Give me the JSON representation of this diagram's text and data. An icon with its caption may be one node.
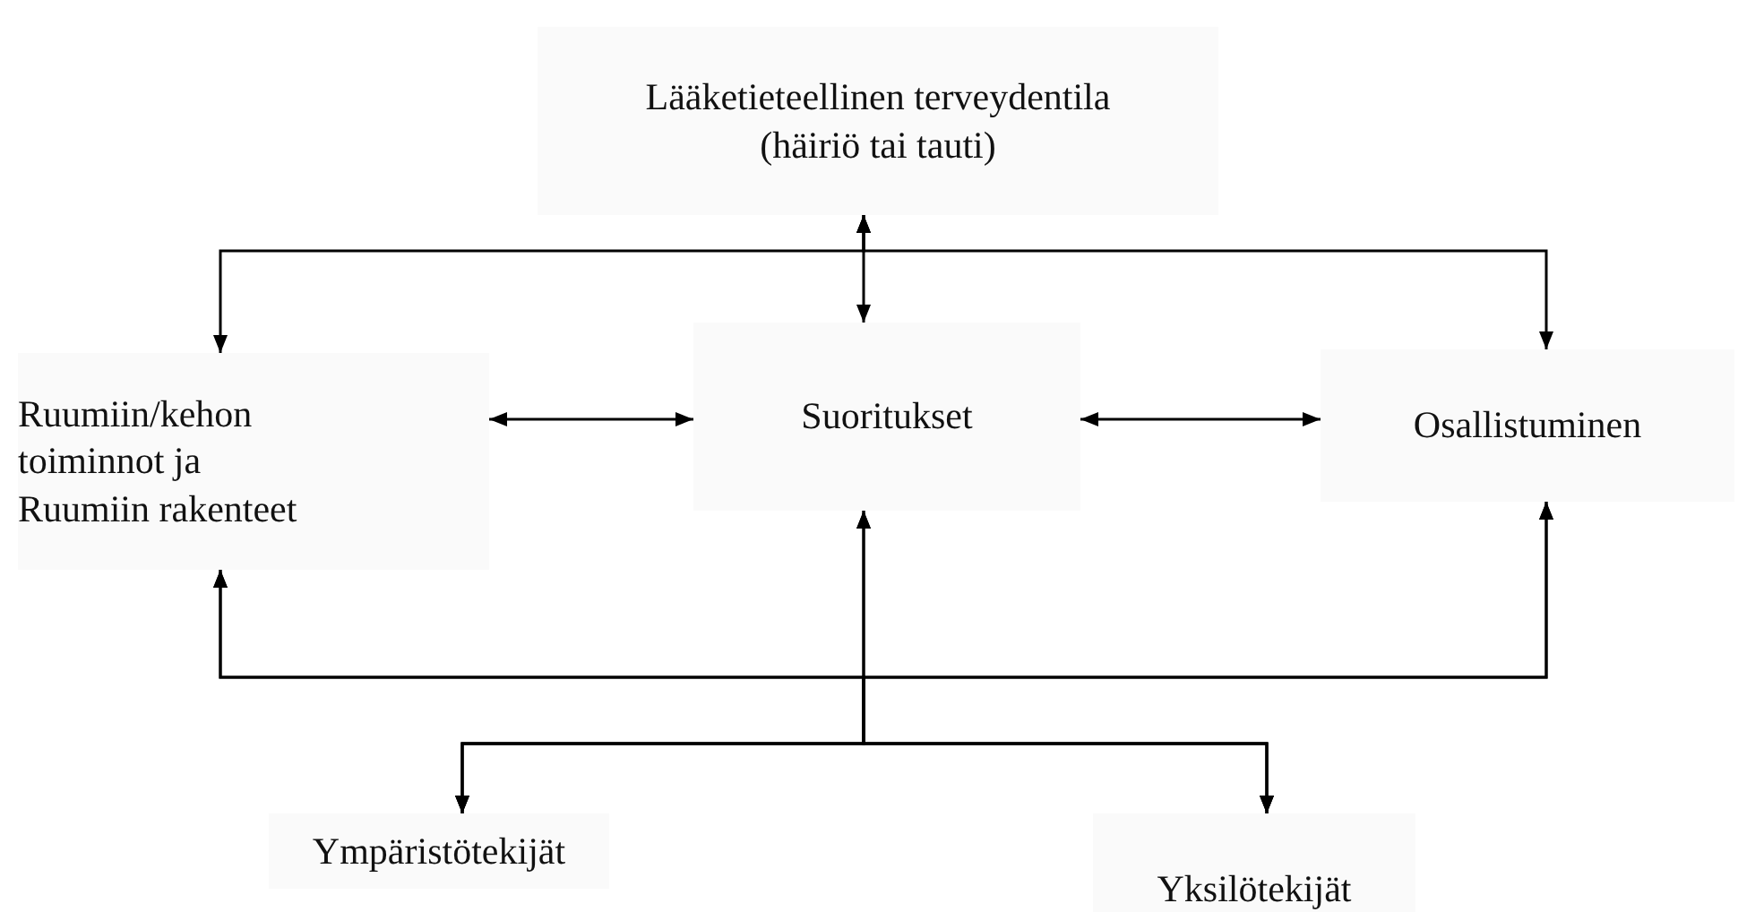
{
  "diagram": {
    "nodes": [
      {
        "text": [
          "Lääketieteellinen terveydentila (häiriö tai tauti)"
        ]
      },
      {
        "text": [
          "Ruumiin/kehon toiminnot ja Ruumiin rakenteet"
        ]
      },
      {
        "text": [
          "Suoritukset"
        ]
      },
      {
        "text": [
          "Osallistuminen"
        ]
      },
      {
        "text": [
          "Ympäristötekijät"
        ]
      },
      {
        "text": [
          "Yksilötekijät"
        ]
      }
    ],
    "edges": [
      {
        "from": 0,
        "to": 1,
        "arrow": "both"
      },
      {
        "from": 0,
        "to": 2,
        "arrow": "both"
      },
      {
        "from": 0,
        "to": 3,
        "arrow": "both"
      },
      {
        "from": 1,
        "to": 2,
        "arrow": "both"
      },
      {
        "from": 2,
        "to": 3,
        "arrow": "both"
      },
      {
        "from": 4,
        "to": 1,
        "arrow": "both"
      },
      {
        "from": 4,
        "to": 2,
        "arrow": "both"
      },
      {
        "from": 4,
        "to": 3,
        "arrow": "both"
      },
      {
        "from": 5,
        "to": 1,
        "arrow": "both"
      },
      {
        "from": 5,
        "to": 2,
        "arrow": "both"
      },
      {
        "from": 5,
        "to": 3,
        "arrow": "both"
      }
    ]
  }
}
